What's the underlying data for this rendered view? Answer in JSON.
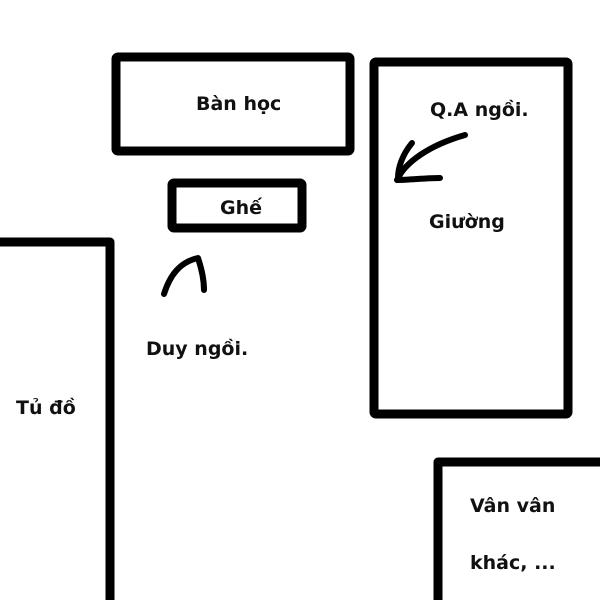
{
  "labels": {
    "desk": "Bàn học",
    "chair": "Ghế",
    "bed": "Giường",
    "qa_sits": "Q.A ngồi.",
    "duy_sits": "Duy ngồi.",
    "wardrobe": "Tủ đồ",
    "misc_line1": "Vân vân",
    "misc_line2": "khác, ..."
  },
  "colors": {
    "ink": "#000000",
    "background": "#ffffff"
  }
}
